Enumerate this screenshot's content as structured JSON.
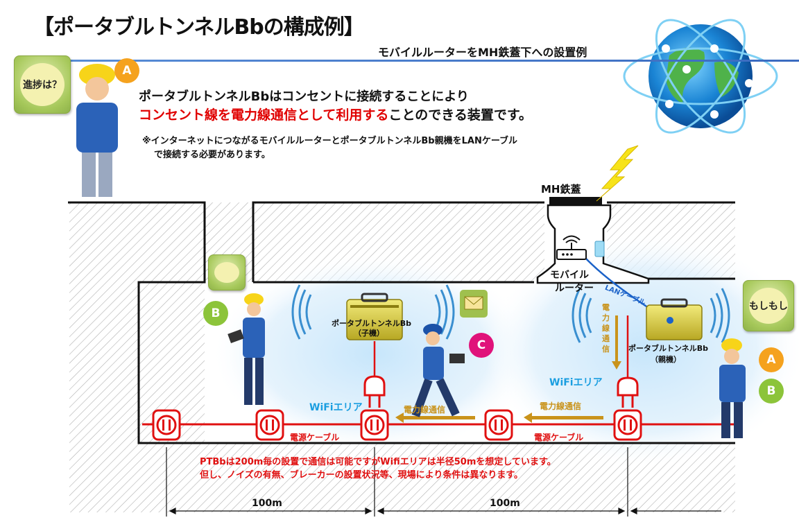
{
  "title": "【ポータブルトンネルBbの構成例】",
  "subtitle": "モバイルルーターをMH鉄蓋下への設置例",
  "description": {
    "line1": "ポータブルトンネルBbはコンセントに接続することにより",
    "line2_highlight": "コンセント線を電力線通信として利用する",
    "line2_rest": "ことのできる装置です。",
    "note_line1": "※インターネットにつながるモバイルルーターとポータブルトンネルBb親機をLANケーブル",
    "note_line2": "で接続する必要があります。"
  },
  "bubbles": {
    "progress": "進捗は？",
    "moshimoshi": "もしもし"
  },
  "badges": {
    "a": "A",
    "b": "B",
    "c": "C"
  },
  "labels": {
    "mh_lid": "MH鉄蓋",
    "mobile_router_1": "モバイル",
    "mobile_router_2": "ルーター",
    "lan_cable": "LANケーブル",
    "plc_vertical": "電力線通信",
    "child_unit_1": "ポータブルトンネルBb",
    "child_unit_2": "（子機）",
    "parent_unit_1": "ポータブルトンネルBb",
    "parent_unit_2": "（親機）",
    "wifi_area": "WiFiエリア",
    "power_line_comm": "電力線通信",
    "power_cable": "電源ケーブル"
  },
  "info": {
    "line1": "PTBbは200m毎の設置で通信は可能ですがWifiエリアは半径50mを想定しています。",
    "line2": "但し、ノイズの有無、ブレーカーの設置状況等、現場により条件は異なります。"
  },
  "distances": {
    "d1": "100m",
    "d2": "100m"
  },
  "colors": {
    "accent_blue": "#3a6bc0",
    "power_red": "#e01010",
    "plc_gold": "#c9931b",
    "wifi_blue": "#1a9ee0",
    "badge_orange": "#f5a21e",
    "badge_green": "#8cc43a",
    "badge_magenta": "#e0127a"
  }
}
